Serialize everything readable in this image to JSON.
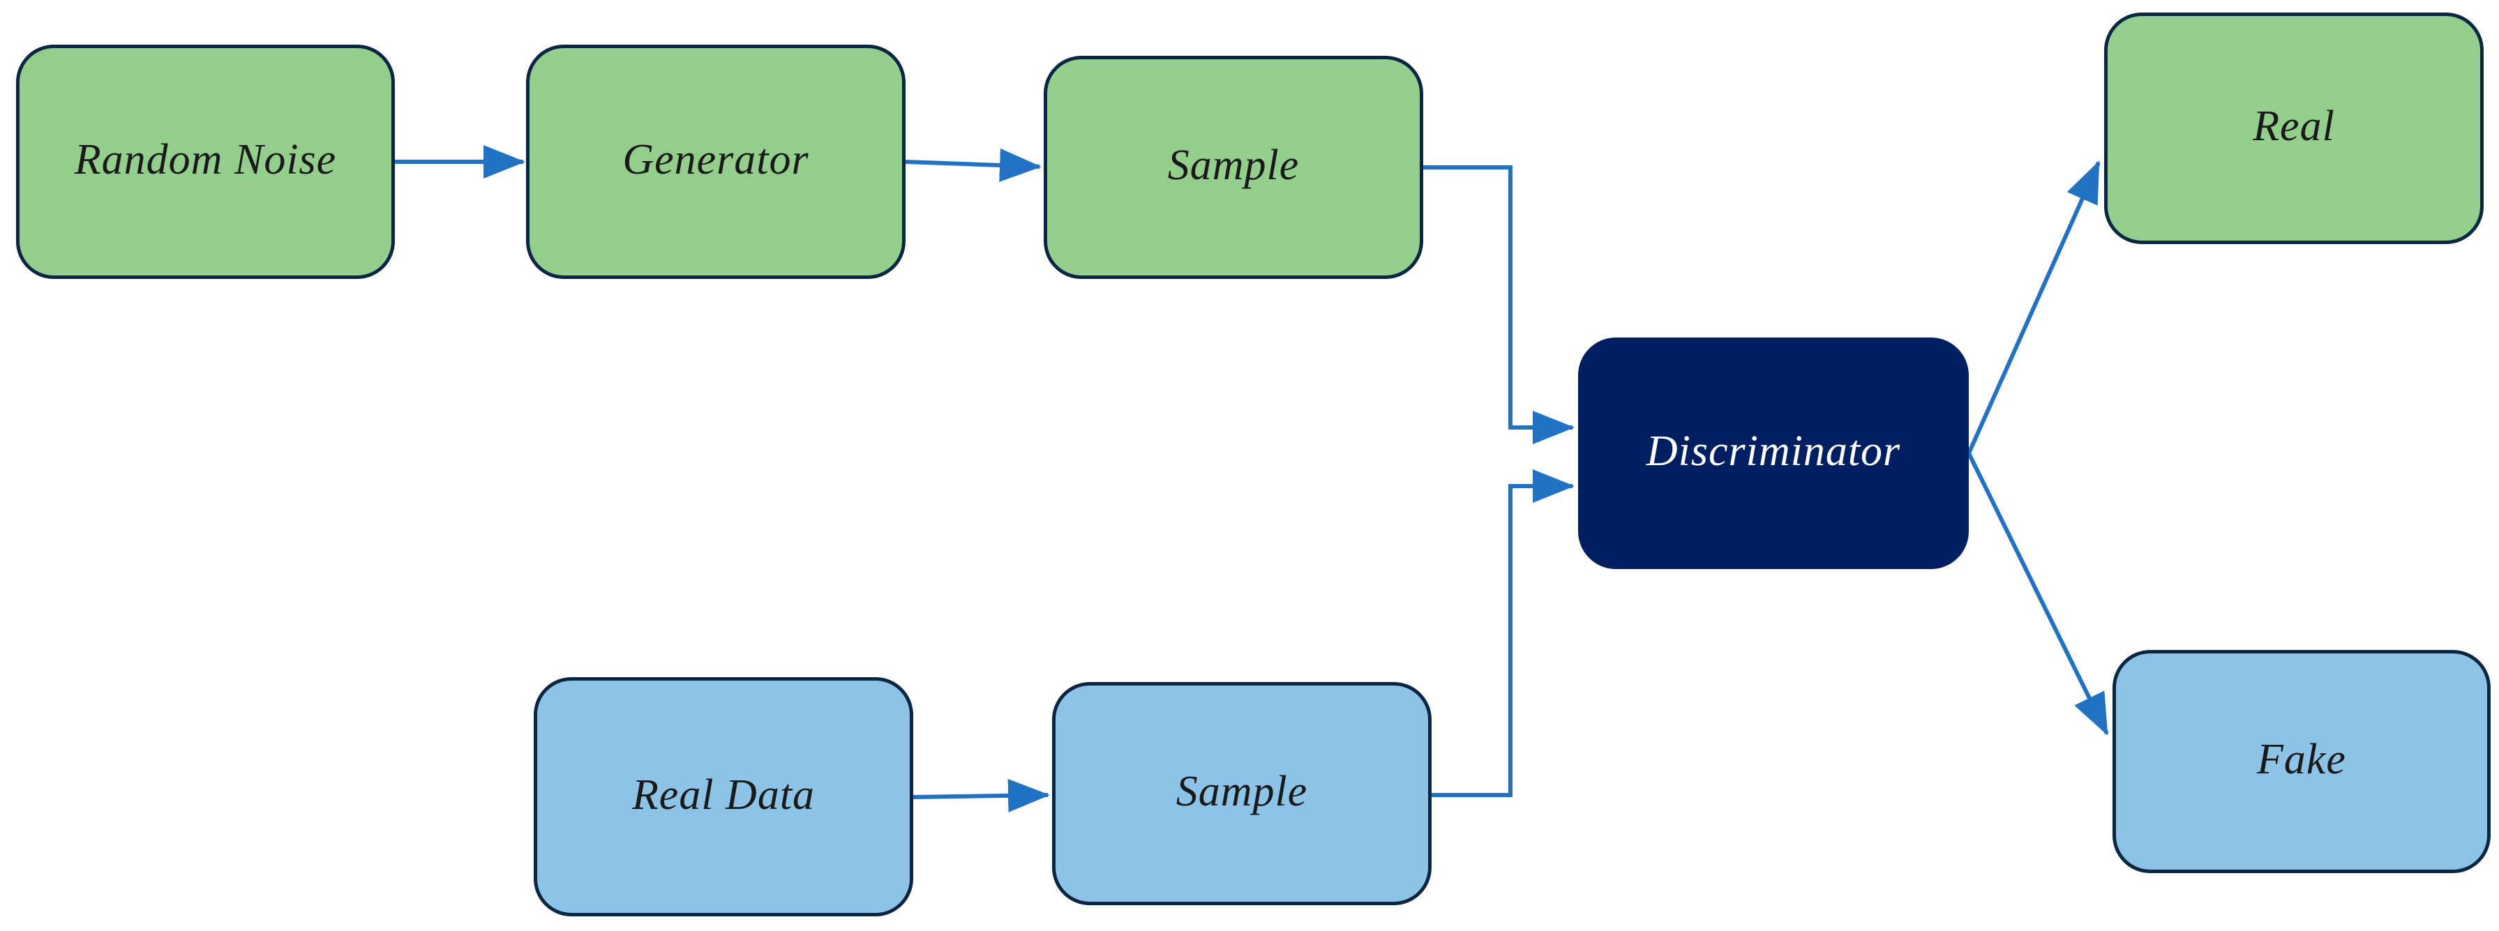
{
  "diagram_type": "flowchart",
  "colors": {
    "connector": "#2272C4",
    "node_border": "#0B2643",
    "green_fill": "#93CE8C",
    "blue_fill": "#8DC3E6",
    "navy_fill": "#001F60",
    "background": "#FFFFFF"
  },
  "nodes": [
    {
      "id": "random-noise",
      "label": "Random Noise",
      "fill": "#93CE8C",
      "border": "#0B2643",
      "text_color": "#1A1A1A"
    },
    {
      "id": "generator",
      "label": "Generator",
      "fill": "#93CE8C",
      "border": "#0B2643",
      "text_color": "#1A1A1A"
    },
    {
      "id": "sample-top",
      "label": "Sample",
      "fill": "#93CE8C",
      "border": "#0B2643",
      "text_color": "#1A1A1A"
    },
    {
      "id": "real-data",
      "label": "Real Data",
      "fill": "#8DC3E6",
      "border": "#0B2643",
      "text_color": "#1A1A1A"
    },
    {
      "id": "sample-bottom",
      "label": "Sample",
      "fill": "#8DC3E6",
      "border": "#0B2643",
      "text_color": "#1A1A1A"
    },
    {
      "id": "discriminator",
      "label": "Discriminator",
      "fill": "#001F60",
      "border": "#001F60",
      "text_color": "#FFFFFF"
    },
    {
      "id": "real",
      "label": "Real",
      "fill": "#93CE8C",
      "border": "#0B2643",
      "text_color": "#1A1A1A"
    },
    {
      "id": "fake",
      "label": "Fake",
      "fill": "#8DC3E6",
      "border": "#0B2643",
      "text_color": "#1A1A1A"
    }
  ],
  "edges": [
    {
      "from": "random-noise",
      "to": "generator"
    },
    {
      "from": "generator",
      "to": "sample-top"
    },
    {
      "from": "sample-top",
      "to": "discriminator"
    },
    {
      "from": "real-data",
      "to": "sample-bottom"
    },
    {
      "from": "sample-bottom",
      "to": "discriminator"
    },
    {
      "from": "discriminator",
      "to": "real"
    },
    {
      "from": "discriminator",
      "to": "fake"
    }
  ]
}
